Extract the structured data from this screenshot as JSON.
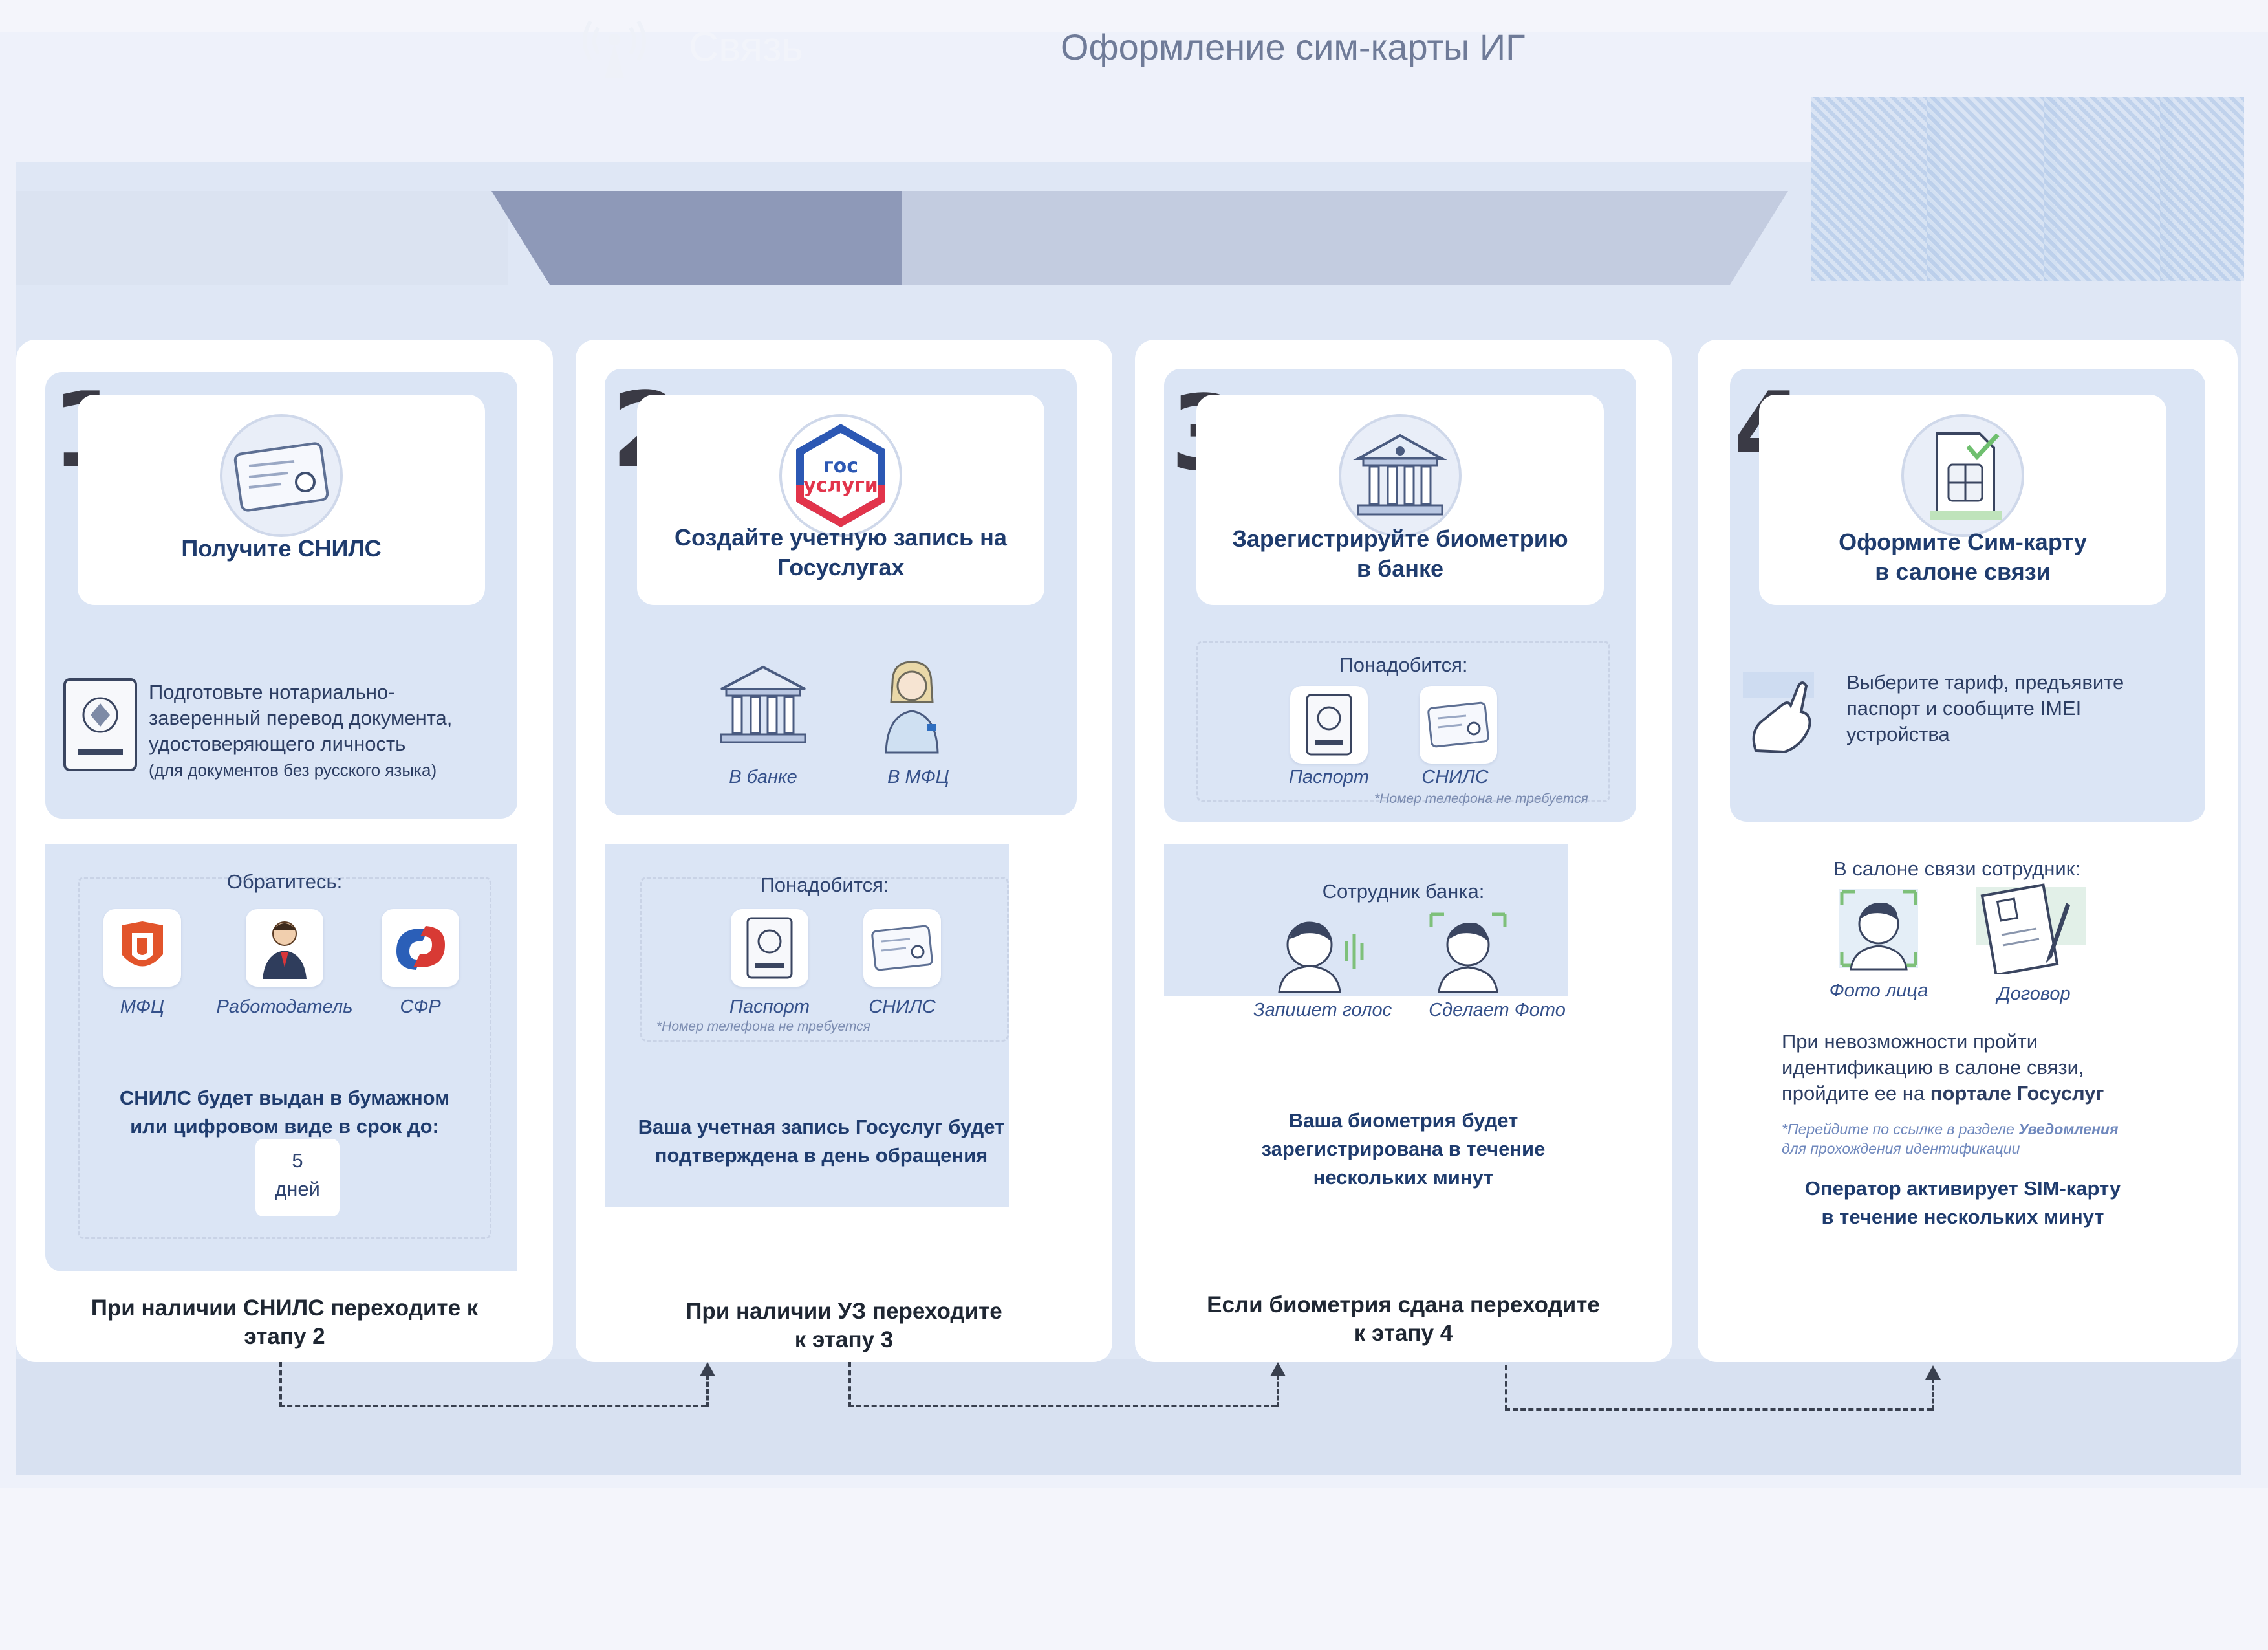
{
  "header": {
    "title": "Связь",
    "subtitle": "Оформление сим-карты ИГ",
    "icon": "antenna-icon"
  },
  "steps": [
    {
      "number": "1",
      "title": "Получите СНИЛС",
      "icon": "snils-card-icon",
      "prep_text_lines": [
        "Подготовьте нотариально-",
        "заверенный перевод документа,",
        "удостоверяющего личность"
      ],
      "prep_note": "(для документов без русского языка)",
      "contact_label": "Обратитесь:",
      "contacts": [
        "МФЦ",
        "Работодатель",
        "СФР"
      ],
      "result_text_lines": [
        "СНИЛС будет выдан в бумажном",
        "или цифровом виде в срок до:"
      ],
      "days_number": "5",
      "days_label": "дней",
      "footer_lines": [
        "При наличии СНИЛС переходите к",
        "этапу 2"
      ]
    },
    {
      "number": "2",
      "title_lines": [
        "Создайте учетную запись на",
        "Госуслугах"
      ],
      "icon_label": [
        "гос",
        "услуги"
      ],
      "places": [
        "В банке",
        "В МФЦ"
      ],
      "need_label": "Понадобится:",
      "docs": [
        "Паспорт",
        "СНИЛС"
      ],
      "note": "*Номер телефона не требуется",
      "result_text_lines": [
        "Ваша учетная запись Госуслуг будет",
        "подтверждена в день обращения"
      ],
      "footer_lines": [
        "При наличии УЗ переходите",
        "к этапу 3"
      ]
    },
    {
      "number": "3",
      "title_lines": [
        "Зарегистрируйте биометрию",
        "в банке"
      ],
      "icon": "bank-icon",
      "need_label": "Понадобится:",
      "docs": [
        "Паспорт",
        "СНИЛС"
      ],
      "note": "*Номер телефона не требуется",
      "employee_label": "Сотрудник банка:",
      "employee_actions": [
        "Запишет голос",
        "Сделает Фото"
      ],
      "result_text_lines": [
        "Ваша биометрия будет",
        "зарегистрирована в течение",
        "нескольких минут"
      ],
      "footer_lines": [
        "Если биометрия сдана переходите",
        "к этапу 4"
      ]
    },
    {
      "number": "4",
      "title_lines": [
        "Оформите Сим-карту",
        "в салоне связи"
      ],
      "icon": "sim-card-icon",
      "choose_text_lines": [
        "Выберите тариф, предъявите",
        "паспорт и сообщите IMEI",
        "устройства"
      ],
      "salon_label": "В салоне связи сотрудник:",
      "salon_actions": [
        "Фото лица",
        "Договор"
      ],
      "alt_text_lines": [
        "При невозможности пройти",
        "идентификацию в салоне связи,"
      ],
      "alt_text_prefix": "пройдите ее на ",
      "alt_text_bold": "портале Госуслуг",
      "alt_note_prefix": "*Перейдите по ссылке в разделе ",
      "alt_note_bold": "Уведомления",
      "alt_note_line2": "для прохождения идентификации",
      "result_text_lines": [
        "Оператор активирует SIM-карту",
        "в течение нескольких минут"
      ]
    }
  ],
  "colors": {
    "accent_dark": "#8e99b8",
    "accent_light": "#c3cce0",
    "title_blue": "#1f3c6e",
    "mfc_orange": "#e2542b",
    "sfr_blue": "#2b5fb8",
    "sfr_red": "#d83a34",
    "gosuslugi_blue": "#2c58b4",
    "gosuslugi_red": "#e2344b"
  }
}
